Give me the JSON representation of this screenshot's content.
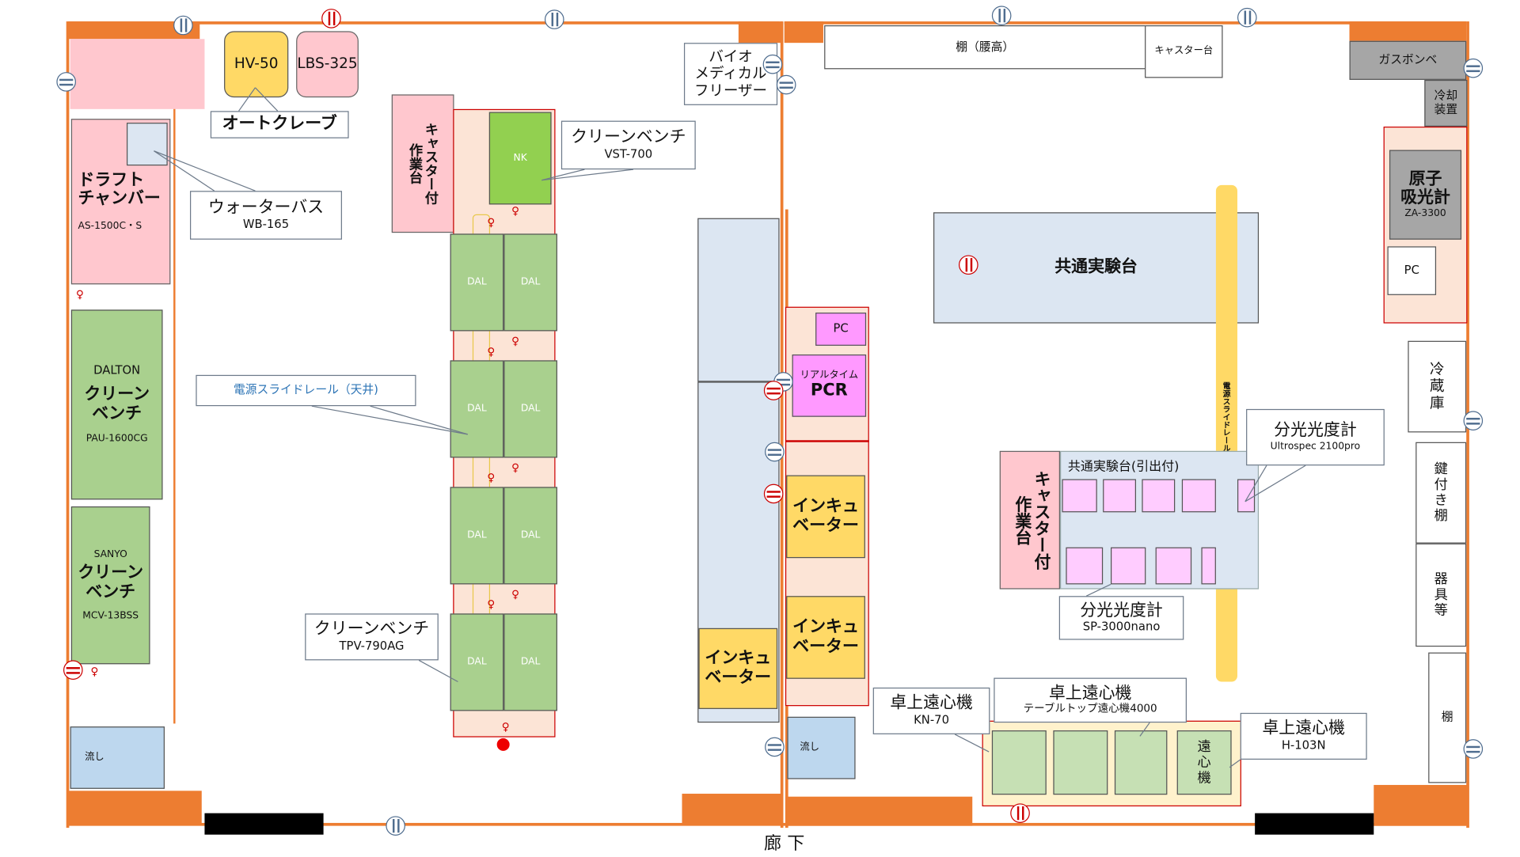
{
  "corridor": "廊 下",
  "left_room": {
    "autoclave": {
      "model1": "HV-50",
      "model2": "LBS-325",
      "label": "オートクレーブ"
    },
    "draft_chamber": {
      "name": "ドラフト\nチャンバー",
      "model": "AS-1500C・S"
    },
    "water_bath": {
      "name": "ウォーターバス",
      "model": "WB-165"
    },
    "dalton_bench": {
      "maker": "DALTON",
      "name": "クリーン\nベンチ",
      "model": "PAU-1600CG"
    },
    "sanyo_bench": {
      "maker": "SANYO",
      "name": "クリーン\nベンチ",
      "model": "MCV-13BSS"
    },
    "sink": "流し",
    "caster_table": "キャスター付\n作業台",
    "nk_label": "NK",
    "vst_callout": {
      "name": "クリーンベンチ",
      "model": "VST-700"
    },
    "rail_callout": "電源スライドレール（天井)",
    "tpv_callout": {
      "name": "クリーンベンチ",
      "model": "TPV-790AG"
    },
    "dal_label": "DAL",
    "bio_freezer": "バイオ\nメディカル\nフリーザー"
  },
  "middle": {
    "pc": "PC",
    "pcr_small": "リアルタイム",
    "pcr": "PCR",
    "incubator": "インキュ\nベーター",
    "sink": "流し"
  },
  "right_room": {
    "shelf_waist": "棚（腰高）",
    "caster_stand": "キャスター台",
    "gas_cylinder": "ガスボンベ",
    "cooling": "冷却\n装置",
    "aas": {
      "name": "原子\n吸光計",
      "model": "ZA-3300"
    },
    "pc": "PC",
    "common_bench": "共通実験台",
    "rail_vertical": "電源スライドレール(天井)",
    "fridge": "冷\n蔵\n庫",
    "lock_shelf": "鍵\n付\nき\n棚",
    "tool_shelf": "器\n具\n等",
    "shelf": "棚",
    "caster_table": "キャスター付\n作業台",
    "drawer_bench": "共通実験台(引出付)",
    "spec1": {
      "name": "分光光度計",
      "model": "Ultrospec 2100pro"
    },
    "spec2": {
      "name": "分光光度計",
      "model": "SP-3000nano"
    },
    "cent1": {
      "name": "卓上遠心機",
      "model": "KN-70"
    },
    "cent2": {
      "name": "卓上遠心機",
      "model": "テーブルトップ遠心機4000"
    },
    "cent3": {
      "name": "卓上遠心機",
      "model": "H-103N"
    },
    "cent_small": "遠\n心\n機"
  },
  "colors": {
    "wall": "#ed7d31",
    "bench_green": "#a9d08e",
    "blue": "#dce6f2",
    "incubator": "#ffd966",
    "pink": "#ffc7ce",
    "magenta": "#ff99ff"
  }
}
